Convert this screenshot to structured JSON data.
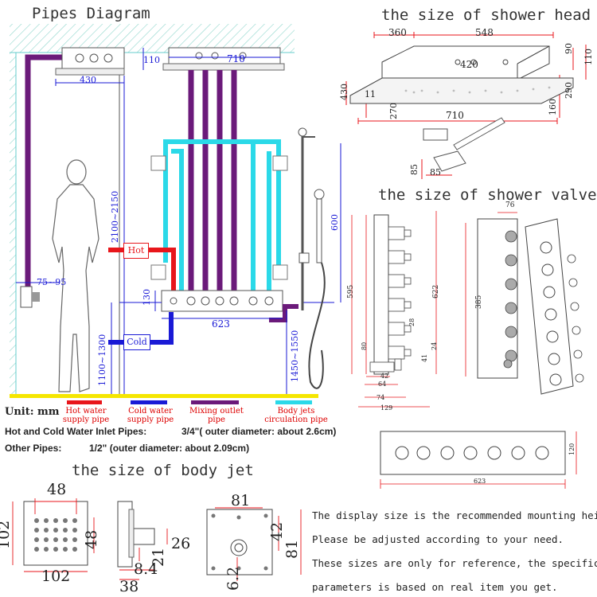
{
  "titles": {
    "pipes_diagram": "Pipes Diagram",
    "shower_head": "the size of shower head",
    "shower_valve": "the size of shower valve",
    "body_jet": "the size of body jet"
  },
  "pipes": {
    "dims": {
      "d110": "110",
      "d710": "710",
      "d430": "430",
      "d2100": "2100~2150",
      "d7595": "75~95",
      "d130": "130",
      "d623": "623",
      "d1100": "1100~1300",
      "d1450": "1450~1550",
      "d600": "600"
    },
    "labels": {
      "hot": "Hot",
      "cold": "Cold"
    },
    "colors": {
      "hot": "#e8161b",
      "cold": "#1a1ad6",
      "mixing": "#6b1a7a",
      "jets": "#2bd9e8",
      "wall": "#7fd3c8",
      "yellow": "#f5e600"
    }
  },
  "legend": [
    {
      "line1": "Hot water",
      "line2": "supply pipe",
      "color": "#e8161b"
    },
    {
      "line1": "Cold water",
      "line2": "supply pipe",
      "color": "#1a1ad6"
    },
    {
      "line1": "Mixing outlet",
      "line2": "pipe",
      "color": "#6b1a7a"
    },
    {
      "line1": "Body jets",
      "line2": "circulation pipe",
      "color": "#2bd9e8"
    }
  ],
  "specs": {
    "unit": "Unit: mm",
    "hot_cold": "Hot and Cold Water Inlet Pipes:",
    "hot_cold_value": "3/4\"( outer diameter: about 2.6cm)",
    "other": "Other Pipes:",
    "other_value": "1/2\" (outer diameter: about 2.09cm)"
  },
  "shower_head": {
    "dims": {
      "d360": "360",
      "d548": "548",
      "d90": "90",
      "d110": "110",
      "d420": "420",
      "d430": "430",
      "d11": "11",
      "d290": "290",
      "d270": "270",
      "d160": "160",
      "d710": "710",
      "d85a": "85",
      "d85b": "85"
    }
  },
  "valve": {
    "dims": {
      "d595": "595",
      "d622": "622",
      "d28": "28",
      "d80": "80",
      "d41": "41",
      "d24": "24",
      "d42": "42",
      "d64": "64",
      "d74": "74",
      "d129": "129",
      "d76": "76",
      "d385": "385",
      "d120": "120",
      "d623": "623"
    }
  },
  "body_jet": {
    "dims": {
      "d48top": "48",
      "d102left": "102",
      "d48right": "48",
      "d102bottom": "102",
      "d26": "26",
      "d21": "21",
      "d8_4": "8.4",
      "d38": "38",
      "d81top": "81",
      "d42": "42",
      "d81right": "81",
      "d6_2": "6.2"
    }
  },
  "notes": [
    "The display size is the recommended mounting height.",
    "Please be adjusted according to your need.",
    "These sizes are only for reference, the specific",
    "parameters is based on real item you get."
  ]
}
